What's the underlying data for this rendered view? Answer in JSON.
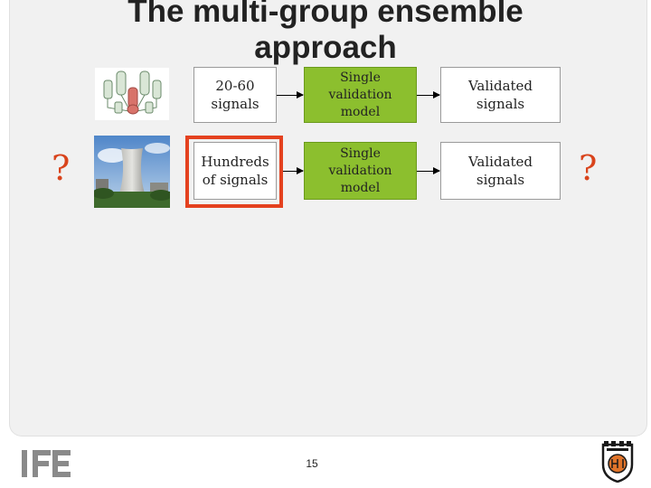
{
  "slide": {
    "title": "The multi-group ensemble approach",
    "page_number": "15"
  },
  "rows": [
    {
      "input_label": "20-60\nsignals",
      "model_label": "Single\nvalidation\nmodel",
      "output_label": "Validated\nsignals",
      "image_icon": "reactor-diagram-icon"
    },
    {
      "input_label": "Hundreds\nof signals",
      "model_label": "Single\nvalidation\nmodel",
      "output_label": "Validated\nsignals",
      "image_icon": "cooling-tower-photo"
    }
  ],
  "question_marks": {
    "left": "?",
    "right": "?"
  },
  "colors": {
    "model_box": "#8cbf2e",
    "highlight": "#e4411f",
    "question_mark": "#d9441c"
  },
  "logos": {
    "left": "ife-logo",
    "right": "halden-logo"
  }
}
